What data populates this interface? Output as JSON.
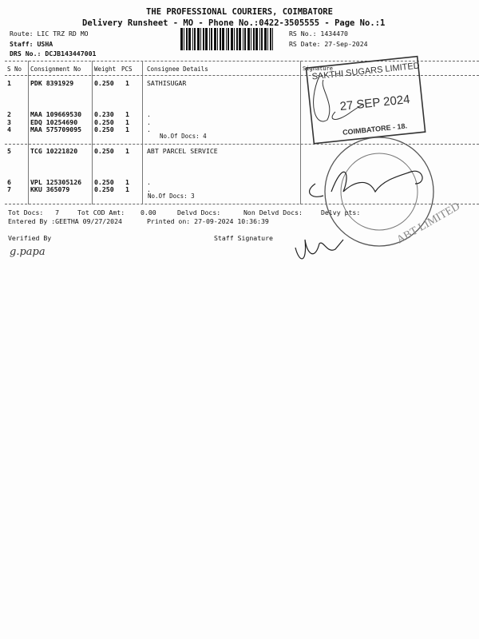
{
  "header": {
    "company": "THE PROFESSIONAL COURIERS, COIMBATORE",
    "subtitle": "Delivery Runsheet - MO - Phone No.:0422-3505555 - Page No.:1",
    "route": "Route: LIC TRZ RD MO",
    "staff": "Staff: USHA",
    "drs": "DRS No.: DCJB143447001",
    "rs_no": "RS No.: 1434470",
    "rs_date": "RS Date: 27-Sep-2024"
  },
  "table": {
    "columns": [
      "S No",
      "Consignment No",
      "Weight",
      "PCS",
      "Consignee Details",
      "Signature"
    ],
    "groups": [
      {
        "consignee": "SATHISUGAR",
        "docs": "No.Of Docs: 4",
        "rows": [
          {
            "sno": "1",
            "cons": "PDK 8391929",
            "weight": "0.250",
            "pcs": "1",
            "detail": ""
          },
          {
            "sno": "2",
            "cons": "MAA 109669530",
            "weight": "0.230",
            "pcs": "1",
            "detail": "."
          },
          {
            "sno": "3",
            "cons": "EDQ 10254690",
            "weight": "0.250",
            "pcs": "1",
            "detail": "."
          },
          {
            "sno": "4",
            "cons": "MAA 575709095",
            "weight": "0.250",
            "pcs": "1",
            "detail": "."
          }
        ]
      },
      {
        "consignee": "ABT PARCEL SERVICE",
        "docs": "No.Of Docs: 3",
        "rows": [
          {
            "sno": "5",
            "cons": "TCG 10221820",
            "weight": "0.250",
            "pcs": "1",
            "detail": ""
          },
          {
            "sno": "6",
            "cons": "VPL 125305126",
            "weight": "0.250",
            "pcs": "1",
            "detail": "."
          },
          {
            "sno": "7",
            "cons": "KKU 365079",
            "weight": "0.250",
            "pcs": "1",
            "detail": "."
          }
        ]
      }
    ]
  },
  "footer": {
    "tot_docs": "Tot Docs:   7",
    "tot_cod": "Tot COD Amt:",
    "cod_value": "0.00",
    "delvd": "Delvd Docs:",
    "non_delvd": "Non Delvd Docs:",
    "delvy_pts": "Delvy pts:",
    "entered": "Entered By :GEETHA 09/27/2024",
    "printed": "Printed on: 27-09-2024 10:36:39",
    "verified": "Verified By",
    "staff_sig": "Staff Signature",
    "verified_signature": "g.papa"
  },
  "stamps": {
    "rect_line1": "SAKTHI SUGARS LIMITED",
    "rect_date": "27 SEP 2024",
    "rect_line3": "COIMBATORE - 18.",
    "round_text": "ABT LIMITED"
  }
}
